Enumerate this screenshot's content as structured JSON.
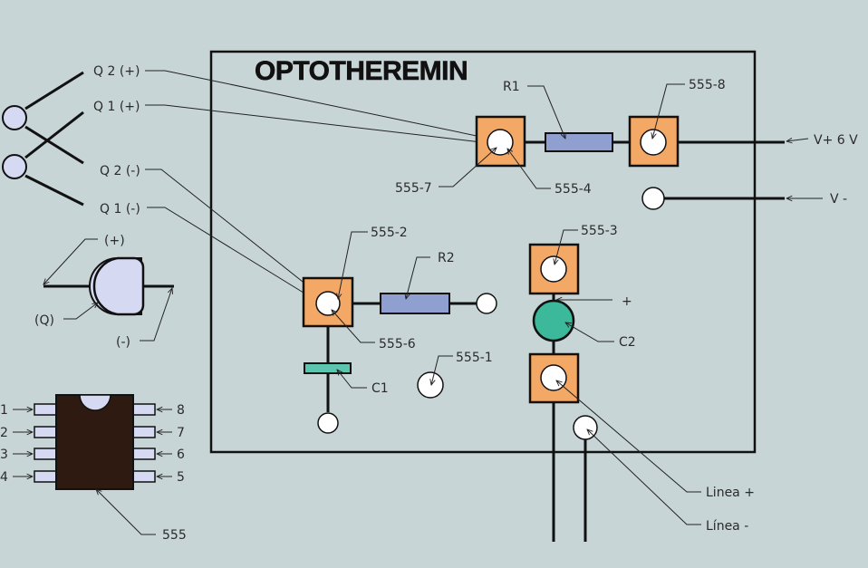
{
  "title": "OPTOTHEREMIN",
  "labels": {
    "q2_plus": "Q 2 (+)",
    "q1_plus": "Q 1 (+)",
    "q2_minus": "Q 2 (-)",
    "q1_minus": "Q 1 (-)",
    "legend_plus": "(+)",
    "legend_q": "(Q)",
    "legend_minus": "(-)",
    "r1": "R1",
    "r2": "R2",
    "c1": "C1",
    "c2": "C2",
    "c2_plus": "+",
    "p555_8": "555-8",
    "p555_7": "555-7",
    "p555_4": "555-4",
    "p555_2": "555-2",
    "p555_6": "555-6",
    "p555_3": "555-3",
    "p555_1": "555-1",
    "v_plus": "V+ 6 V",
    "v_minus": "V -",
    "linea_plus": "Linea +",
    "linea_minus": "Línea -",
    "ic_555": "555",
    "pin1": "1",
    "pin2": "2",
    "pin3": "3",
    "pin4": "4",
    "pin5": "5",
    "pin6": "6",
    "pin7": "7",
    "pin8": "8"
  },
  "colors": {
    "background": "#c8d5d7",
    "pad": "#f4a866",
    "resistor": "#8f9fcf",
    "capacitor_c1": "#5cc5b0",
    "capacitor_c2": "#3cb89a",
    "sensor": "#d6d9f2",
    "ic_body": "#2e1a10"
  }
}
